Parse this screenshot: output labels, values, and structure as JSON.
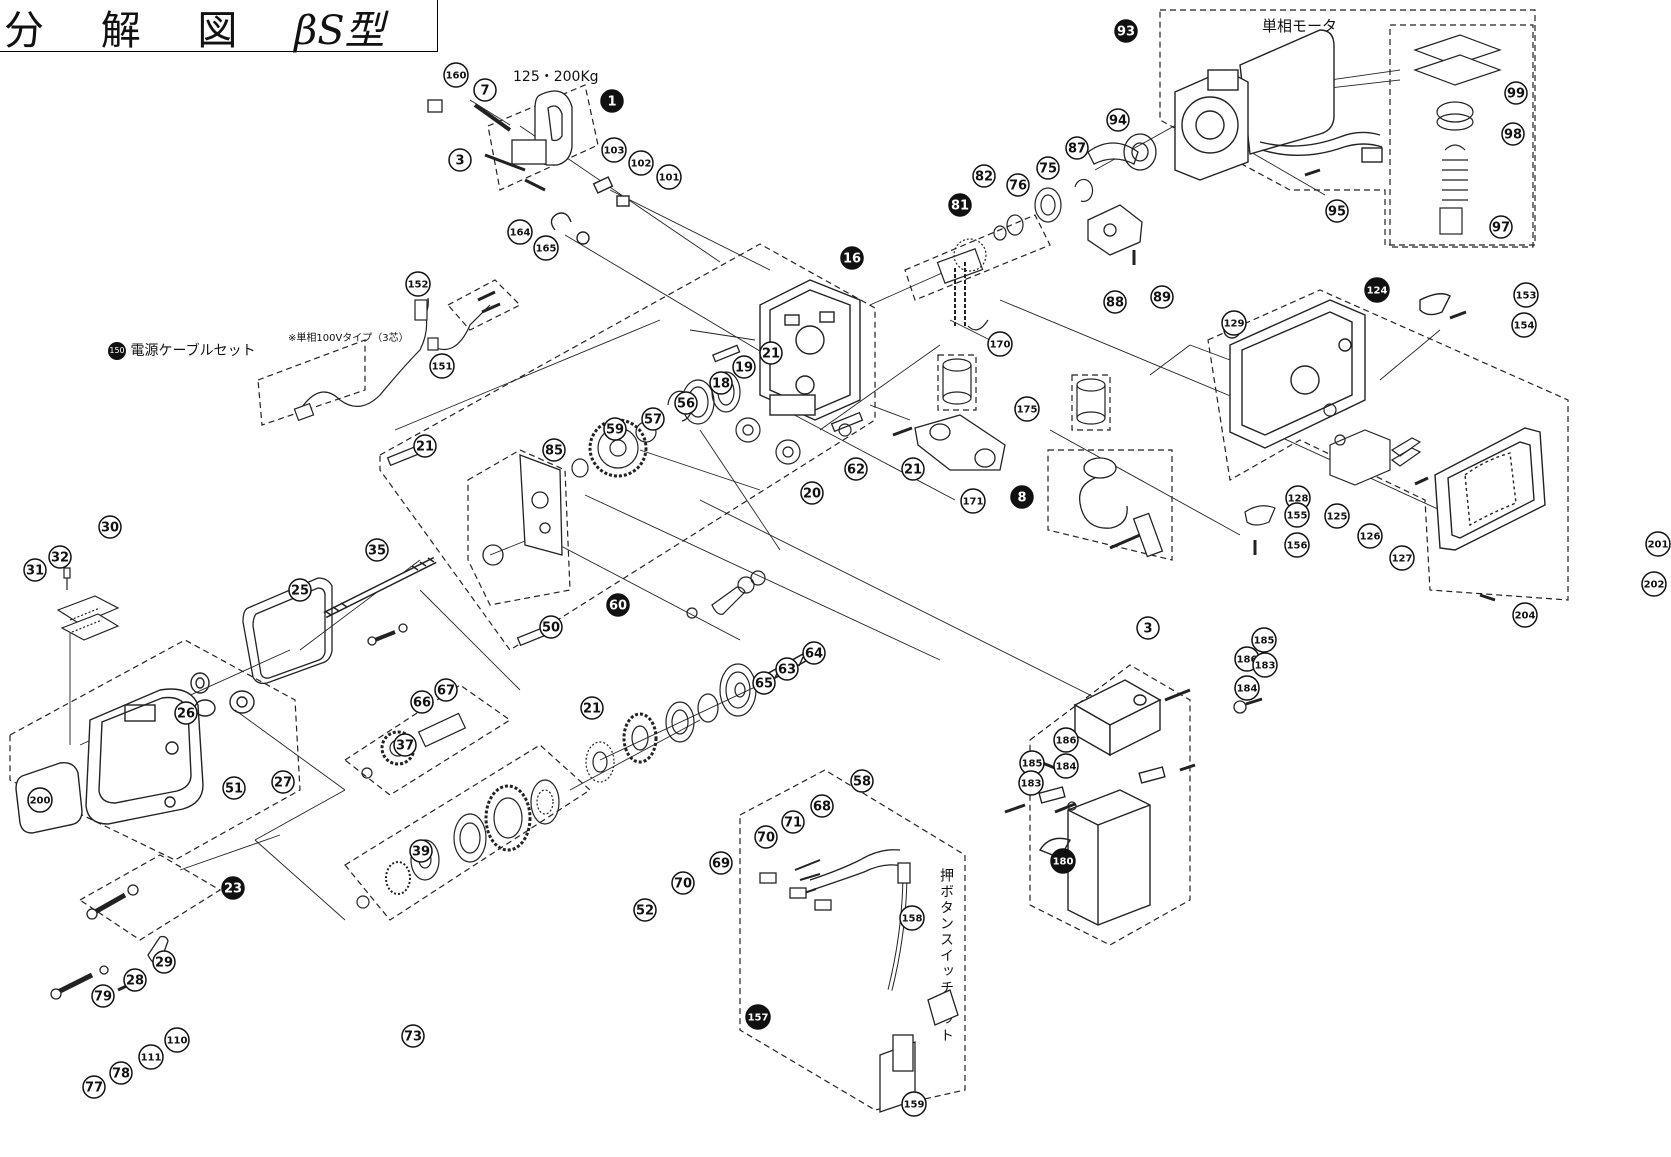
{
  "title": {
    "main": "分 解 図",
    "model": "βS型"
  },
  "annotations": {
    "capacity": "125・200Kg",
    "motor": "単相モータ",
    "cable_set": "電源ケーブルセット",
    "cable_set_number": "150",
    "cable_note": "※単相100Vタイプ（3芯）",
    "switch_set": "押ボタンスイッチセット"
  },
  "parts": [
    {
      "id": "p160",
      "num": "160",
      "filled": false
    },
    {
      "id": "p7",
      "num": "7",
      "filled": false
    },
    {
      "id": "p1",
      "num": "1",
      "filled": true
    },
    {
      "id": "p3a",
      "num": "3",
      "filled": false
    },
    {
      "id": "p103",
      "num": "103",
      "filled": false
    },
    {
      "id": "p102",
      "num": "102",
      "filled": false
    },
    {
      "id": "p101",
      "num": "101",
      "filled": false
    },
    {
      "id": "p164",
      "num": "164",
      "filled": false
    },
    {
      "id": "p165",
      "num": "165",
      "filled": false
    },
    {
      "id": "p152",
      "num": "152",
      "filled": false
    },
    {
      "id": "p151",
      "num": "151",
      "filled": false
    },
    {
      "id": "p16",
      "num": "16",
      "filled": true
    },
    {
      "id": "p93",
      "num": "93",
      "filled": true
    },
    {
      "id": "p99",
      "num": "99",
      "filled": false
    },
    {
      "id": "p98",
      "num": "98",
      "filled": false
    },
    {
      "id": "p97",
      "num": "97",
      "filled": false
    },
    {
      "id": "p94",
      "num": "94",
      "filled": false
    },
    {
      "id": "p87",
      "num": "87",
      "filled": false
    },
    {
      "id": "p75",
      "num": "75",
      "filled": false
    },
    {
      "id": "p76",
      "num": "76",
      "filled": false
    },
    {
      "id": "p82",
      "num": "82",
      "filled": false
    },
    {
      "id": "p81",
      "num": "81",
      "filled": true
    },
    {
      "id": "p95",
      "num": "95",
      "filled": false
    },
    {
      "id": "p88",
      "num": "88",
      "filled": false
    },
    {
      "id": "p89",
      "num": "89",
      "filled": false
    },
    {
      "id": "p170",
      "num": "170",
      "filled": false
    },
    {
      "id": "p175",
      "num": "175",
      "filled": false
    },
    {
      "id": "p171",
      "num": "171",
      "filled": false
    },
    {
      "id": "p8",
      "num": "8",
      "filled": true
    },
    {
      "id": "p3b",
      "num": "3",
      "filled": false
    },
    {
      "id": "p124",
      "num": "124",
      "filled": true
    },
    {
      "id": "p153",
      "num": "153",
      "filled": false
    },
    {
      "id": "p154",
      "num": "154",
      "filled": false
    },
    {
      "id": "p129",
      "num": "129",
      "filled": false
    },
    {
      "id": "p128",
      "num": "128",
      "filled": false
    },
    {
      "id": "p125",
      "num": "125",
      "filled": false
    },
    {
      "id": "p126",
      "num": "126",
      "filled": false
    },
    {
      "id": "p127",
      "num": "127",
      "filled": false
    },
    {
      "id": "p155",
      "num": "155",
      "filled": false
    },
    {
      "id": "p156",
      "num": "156",
      "filled": false
    },
    {
      "id": "p201",
      "num": "201",
      "filled": false
    },
    {
      "id": "p202",
      "num": "202",
      "filled": false
    },
    {
      "id": "p204",
      "num": "204",
      "filled": false
    },
    {
      "id": "p21a",
      "num": "21",
      "filled": false
    },
    {
      "id": "p21b",
      "num": "21",
      "filled": false
    },
    {
      "id": "p21c",
      "num": "21",
      "filled": false
    },
    {
      "id": "p21d",
      "num": "21",
      "filled": false
    },
    {
      "id": "p18",
      "num": "18",
      "filled": false
    },
    {
      "id": "p19",
      "num": "19",
      "filled": false
    },
    {
      "id": "p56",
      "num": "56",
      "filled": false
    },
    {
      "id": "p57",
      "num": "57",
      "filled": false
    },
    {
      "id": "p59",
      "num": "59",
      "filled": false
    },
    {
      "id": "p85",
      "num": "85",
      "filled": false
    },
    {
      "id": "p20",
      "num": "20",
      "filled": false
    },
    {
      "id": "p62",
      "num": "62",
      "filled": false
    },
    {
      "id": "p60",
      "num": "60",
      "filled": true
    },
    {
      "id": "p50",
      "num": "50",
      "filled": false
    },
    {
      "id": "p35",
      "num": "35",
      "filled": false
    },
    {
      "id": "p25",
      "num": "25",
      "filled": false
    },
    {
      "id": "p30",
      "num": "30",
      "filled": false
    },
    {
      "id": "p32",
      "num": "32",
      "filled": false
    },
    {
      "id": "p31",
      "num": "31",
      "filled": false
    },
    {
      "id": "p26",
      "num": "26",
      "filled": false
    },
    {
      "id": "p51",
      "num": "51",
      "filled": false
    },
    {
      "id": "p27",
      "num": "27",
      "filled": false
    },
    {
      "id": "p200",
      "num": "200",
      "filled": false
    },
    {
      "id": "p23",
      "num": "23",
      "filled": true
    },
    {
      "id": "p66",
      "num": "66",
      "filled": false
    },
    {
      "id": "p67",
      "num": "67",
      "filled": false
    },
    {
      "id": "p37",
      "num": "37",
      "filled": false
    },
    {
      "id": "p39",
      "num": "39",
      "filled": false
    },
    {
      "id": "p64",
      "num": "64",
      "filled": false
    },
    {
      "id": "p63",
      "num": "63",
      "filled": false
    },
    {
      "id": "p65",
      "num": "65",
      "filled": false
    },
    {
      "id": "p58",
      "num": "58",
      "filled": false
    },
    {
      "id": "p68",
      "num": "68",
      "filled": false
    },
    {
      "id": "p71",
      "num": "71",
      "filled": false
    },
    {
      "id": "p70a",
      "num": "70",
      "filled": false
    },
    {
      "id": "p69",
      "num": "69",
      "filled": false
    },
    {
      "id": "p70b",
      "num": "70",
      "filled": false
    },
    {
      "id": "p52",
      "num": "52",
      "filled": false
    },
    {
      "id": "p73",
      "num": "73",
      "filled": false
    },
    {
      "id": "p28",
      "num": "28",
      "filled": false
    },
    {
      "id": "p29",
      "num": "29",
      "filled": false
    },
    {
      "id": "p79",
      "num": "79",
      "filled": false
    },
    {
      "id": "p110",
      "num": "110",
      "filled": false
    },
    {
      "id": "p111",
      "num": "111",
      "filled": false
    },
    {
      "id": "p78",
      "num": "78",
      "filled": false
    },
    {
      "id": "p77",
      "num": "77",
      "filled": false
    },
    {
      "id": "p158",
      "num": "158",
      "filled": false
    },
    {
      "id": "p157",
      "num": "157",
      "filled": true
    },
    {
      "id": "p159",
      "num": "159",
      "filled": false
    },
    {
      "id": "p186a",
      "num": "186",
      "filled": false
    },
    {
      "id": "p185a",
      "num": "185",
      "filled": false
    },
    {
      "id": "p184a",
      "num": "184",
      "filled": false
    },
    {
      "id": "p183a",
      "num": "183",
      "filled": false
    },
    {
      "id": "p186b",
      "num": "186",
      "filled": false
    },
    {
      "id": "p185b",
      "num": "185",
      "filled": false
    },
    {
      "id": "p184b",
      "num": "184",
      "filled": false
    },
    {
      "id": "p183b",
      "num": "183",
      "filled": false
    },
    {
      "id": "p180",
      "num": "180",
      "filled": true
    }
  ]
}
